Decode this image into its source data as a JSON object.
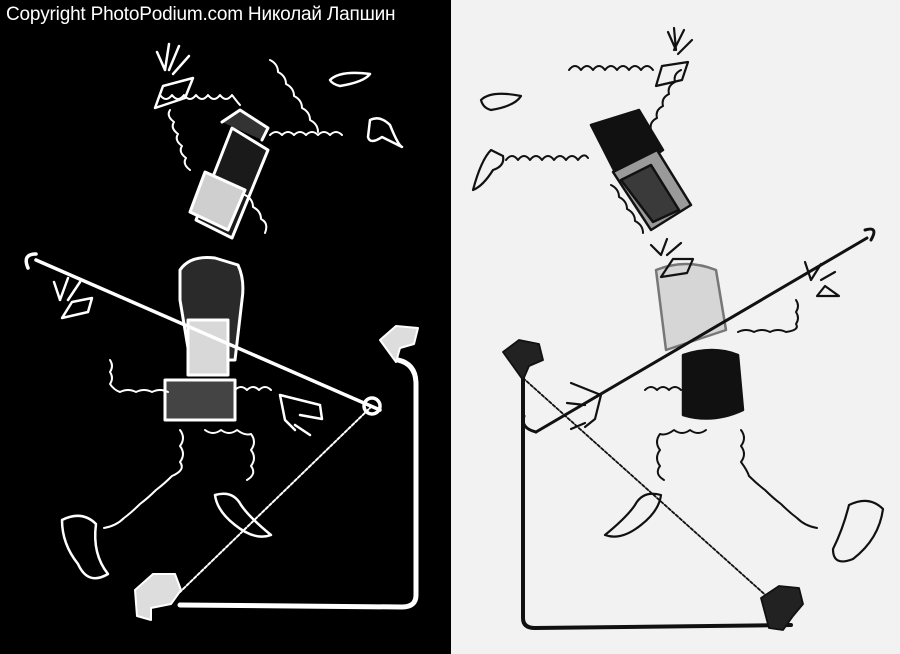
{
  "watermark": {
    "text": "Copyright PhotoPodium.com Николай Лапшин"
  },
  "panels": {
    "left": {
      "variant": "negative",
      "background": "#000000",
      "stroke": "#ffffff"
    },
    "right": {
      "variant": "positive",
      "background": "#f2f2f2",
      "stroke": "#111111"
    }
  },
  "colors": {
    "watermark_fill": "#ffffff",
    "watermark_outline": "#000000"
  }
}
